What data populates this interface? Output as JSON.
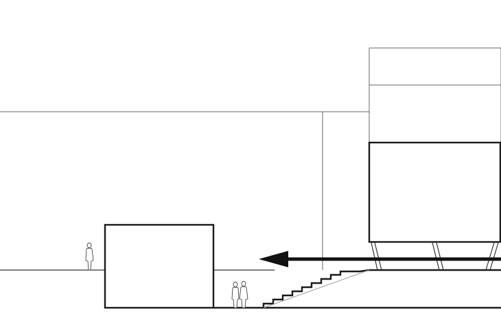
{
  "drawing": {
    "type": "architectural-section",
    "background_color": "#ffffff",
    "line_color": "#1a1a1a",
    "arrow_direction": "left",
    "people_count": 3
  }
}
